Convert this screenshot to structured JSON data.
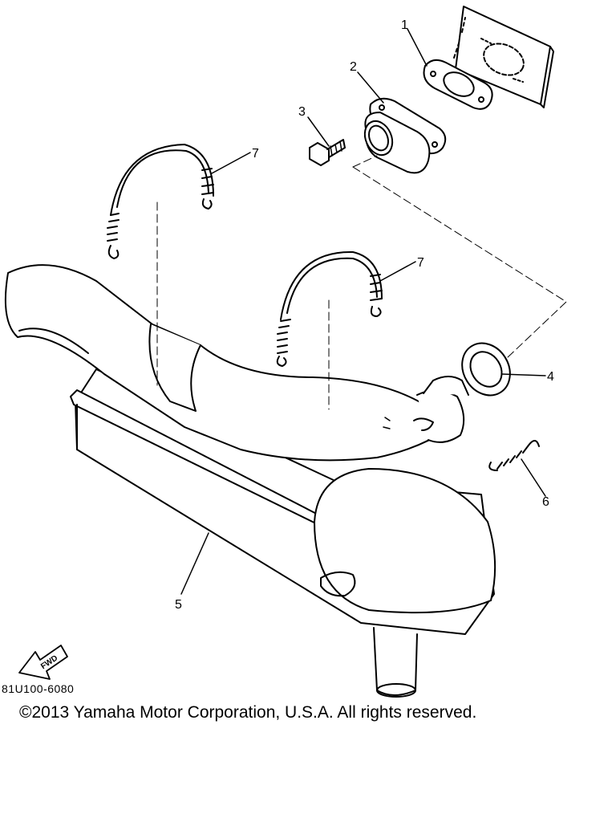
{
  "diagram": {
    "callouts": [
      {
        "id": "1",
        "label": "1"
      },
      {
        "id": "2",
        "label": "2"
      },
      {
        "id": "3",
        "label": "3"
      },
      {
        "id": "7a",
        "label": "7"
      },
      {
        "id": "7b",
        "label": "7"
      },
      {
        "id": "4",
        "label": "4"
      },
      {
        "id": "6",
        "label": "6"
      },
      {
        "id": "5",
        "label": "5"
      }
    ],
    "fwd_label": "FWD",
    "reference_code": "81U100-6080"
  },
  "footer": {
    "copyright": "©2013 Yamaha Motor Corporation, U.S.A. All rights reserved."
  },
  "colors": {
    "line": "#000000",
    "background": "#ffffff"
  }
}
